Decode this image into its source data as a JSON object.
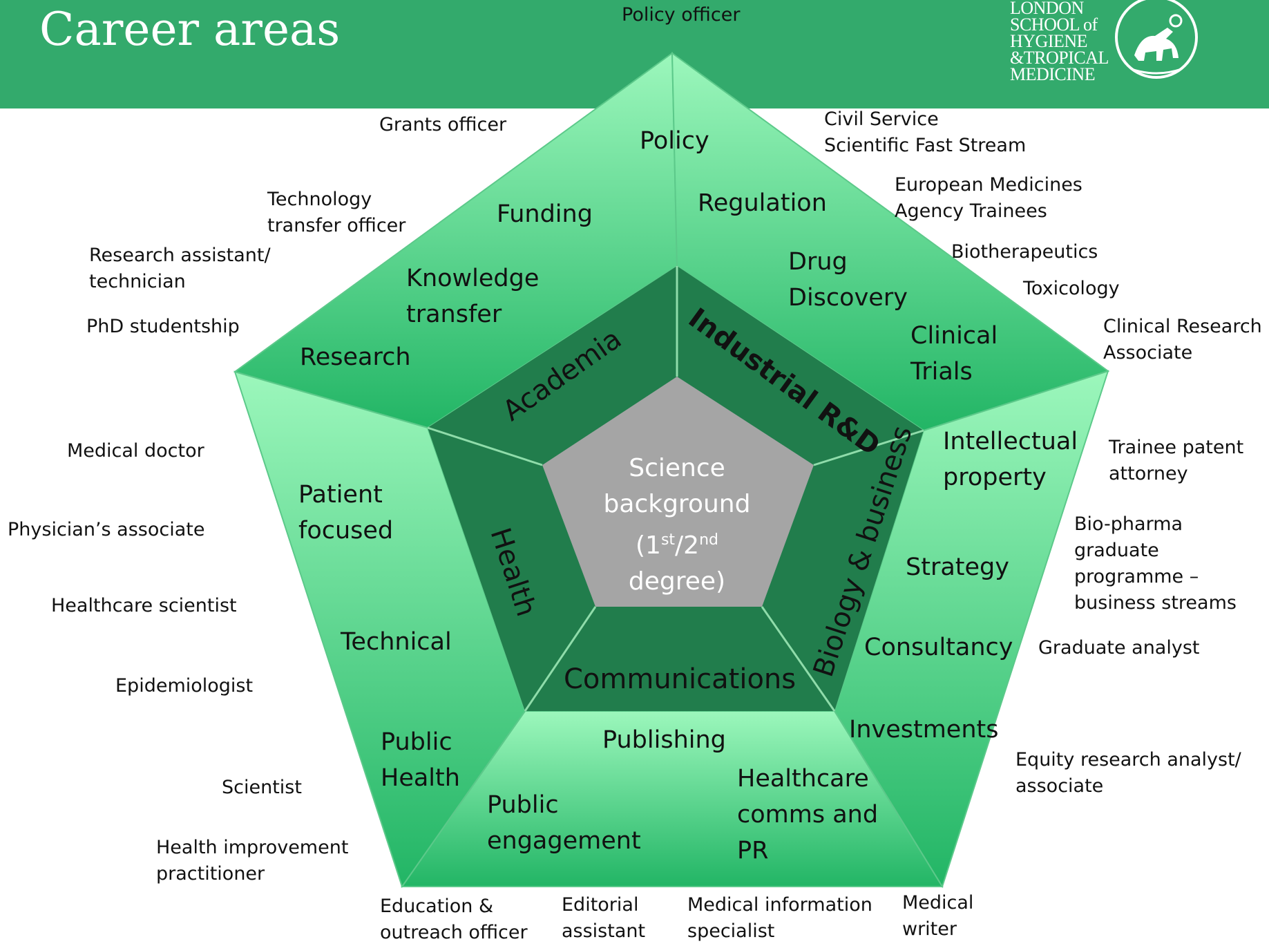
{
  "header": {
    "title": "Career areas",
    "logo_text": "LONDON\nSCHOOL of\nHYGIENE\n&TROPICAL\nMEDICINE"
  },
  "colors": {
    "header": "#33aa6c",
    "outer_top": "#9cf7bc",
    "outer_bottom": "#22b565",
    "inner_ring": "#217d4c",
    "center": "#a5a5a5"
  },
  "center": {
    "line1": "Science",
    "line2": "background",
    "line3": "(1st/2nd",
    "line4": "degree)"
  },
  "sectors": {
    "academia": "Academia",
    "industrial": "Industrial R&D",
    "biobusiness": "Biology & business",
    "communications": "Communications",
    "health": "Health"
  },
  "areas": {
    "policy": "Policy",
    "funding": "Funding",
    "knowledge": "Knowledge\ntransfer",
    "research": "Research",
    "regulation": "Regulation",
    "drug": "Drug\nDiscovery",
    "clinical": "Clinical\nTrials",
    "ip": "Intellectual\nproperty",
    "strategy": "Strategy",
    "consultancy": "Consultancy",
    "investments": "Investments",
    "patient": "Patient\nfocused",
    "technical": "Technical",
    "public_health": "Public\nHealth",
    "publishing": "Publishing",
    "public_engagement": "Public\nengagement",
    "healthcare_comms": "Healthcare\ncomms and\nPR"
  },
  "jobs": {
    "policy_officer": "Policy officer",
    "grants_officer": "Grants officer",
    "tech_transfer": "Technology\ntransfer officer",
    "research_assistant": "Research assistant/\ntechnician",
    "phd": "PhD studentship",
    "civil_service": "Civil Service\nScientific Fast Stream",
    "ema": "European Medicines\nAgency Trainees",
    "biotherapeutics": "Biotherapeutics",
    "toxicology": "Toxicology",
    "cra": "Clinical Research\nAssociate",
    "patent": "Trainee patent\nattorney",
    "biopharma": "Bio-pharma graduate\nprogramme –\nbusiness streams",
    "graduate_analyst": "Graduate analyst",
    "equity": "Equity research analyst/\nassociate",
    "medical_doctor": "Medical doctor",
    "physician_assoc": "Physician’s associate",
    "healthcare_scientist": "Healthcare scientist",
    "epidemiologist": "Epidemiologist",
    "scientist": "Scientist",
    "health_improvement": "Health improvement\npractitioner",
    "education": "Education &\noutreach officer",
    "editorial": "Editorial\nassistant",
    "med_info": "Medical information\nspecialist",
    "med_writer": "Medical\nwriter"
  }
}
